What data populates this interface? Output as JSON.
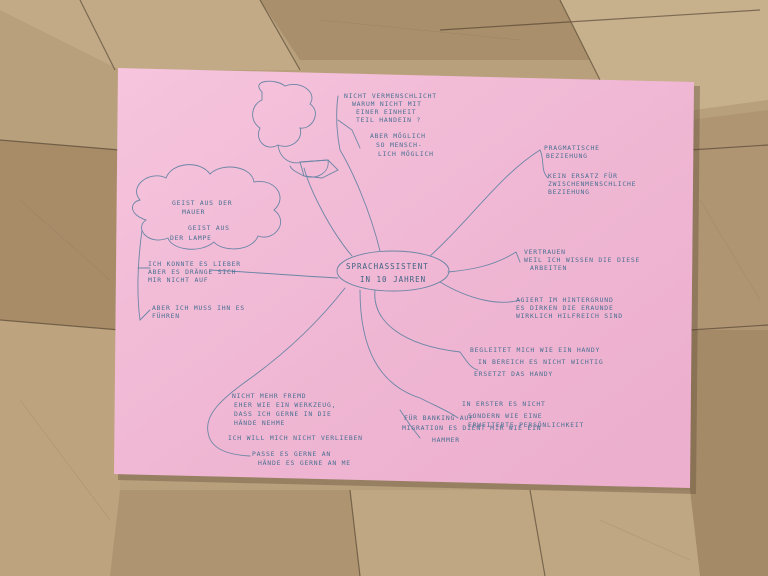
{
  "colors": {
    "floor": "#b59a78",
    "paper": "#f4b8d6",
    "ink": "#4a6f92"
  },
  "mindmap": {
    "center": [
      "SPRACHASSISTENT",
      "IN 10 JAHREN"
    ],
    "top": {
      "q1": [
        "NICHT VERMENSCHLICHT",
        "WARUM NICHT MIT",
        "EINER EINHEIT",
        "TEIL HANDEIN ?"
      ],
      "q2": [
        "ABER MÖGLICH",
        "SO MENSCH-",
        "LICH MÖGLICH"
      ]
    },
    "cloud": [
      "GEIST AUS DER",
      "MAUER",
      "GEIST AUS",
      "DER LAMPE"
    ],
    "left": {
      "n1": [
        "ICH KONNTE ES LIEBER",
        "ABER ES DRÄNGE SICH",
        "MIR NICHT AUF"
      ],
      "n2": [
        "ABER ICH MUSS IHN ES",
        "FÜHREN"
      ]
    },
    "right": {
      "n1": [
        "PRAGMATISCHE",
        "BEZIEHUNG"
      ],
      "n2": [
        "KEIN ERSATZ FÜR",
        "ZWISCHENMENSCHLICHE",
        "BEZIEHUNG"
      ],
      "n3": [
        "VERTRAUEN",
        "WEIL ICH WISSEN DIE DIESE",
        "ARBEITEN"
      ],
      "n4": [
        "AGIERT IM HINTERGRUND",
        "ES DIRKEN DIE ERAUNDE",
        "WIRKLICH HILFREICH SIND"
      ]
    },
    "bottom_right": {
      "n1": "BEGLEITET MICH WIE EIN HANDY",
      "n2": "IN BEREICH ES NICHT WICHTIG",
      "n3": "ERSETZT DAS HANDY",
      "n4": "IN ERSTER ES NICHT",
      "n5": [
        "SONDERN WIE EINE",
        "ERWEITERTE PERSÖNLICHKEIT"
      ],
      "n6": [
        "FÜR BANKING AUF",
        "MIGRATION ES DIENT MIR WIE EIN",
        "HAMMER"
      ]
    },
    "bottom_left": {
      "n1": [
        "NICHT MEHR FREMD",
        "EHER WIE EIN WERKZEUG,",
        "DASS ICH GERNE IN DIE",
        "HÄNDE NEHME"
      ],
      "n2": "ICH WILL MICH NICHT VERLIEBEN",
      "n3": [
        "PASSE ES GERNE AN",
        "HÄNDE ES GERNE AN ME"
      ]
    }
  }
}
